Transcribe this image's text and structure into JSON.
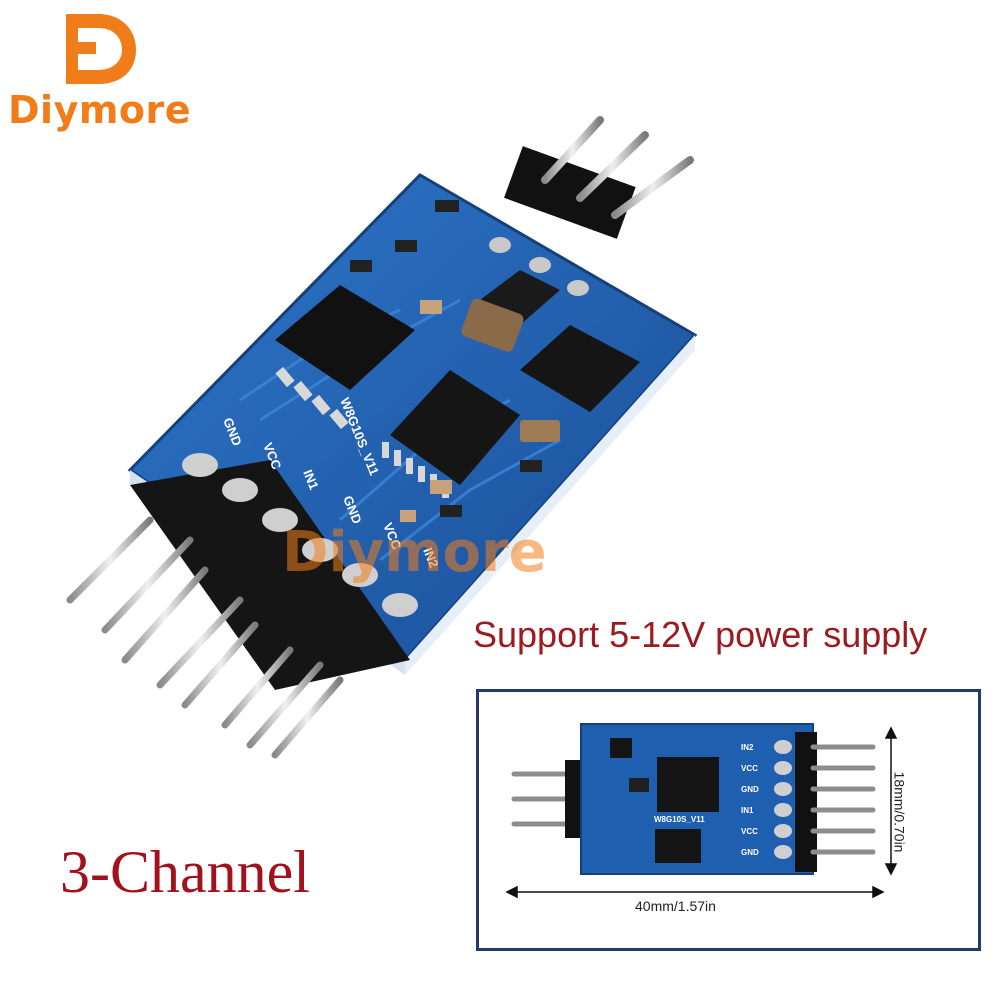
{
  "brand": {
    "name": "Diymore",
    "color": "#F07D1A"
  },
  "watermark": "Diymore",
  "headline": {
    "support": "Support 5-12V power supply",
    "color": "#9B1B20"
  },
  "caption": {
    "channels": "3-Channel",
    "color": "#A3121C"
  },
  "board": {
    "model_label": "W8G10S_V11",
    "pin_labels_left": [
      "GND",
      "VCC",
      "IN1",
      "GND",
      "VCC",
      "IN2"
    ],
    "pcb_color": "#1F5FB0"
  },
  "inset": {
    "frame_color": "#223A6E",
    "width_label": "40mm/1.57in",
    "height_label": "18mm/0.70in",
    "pin_labels": [
      "IN2",
      "VCC",
      "GND",
      "IN1",
      "VCC",
      "GND"
    ],
    "model_label": "W8G10S_V11"
  }
}
